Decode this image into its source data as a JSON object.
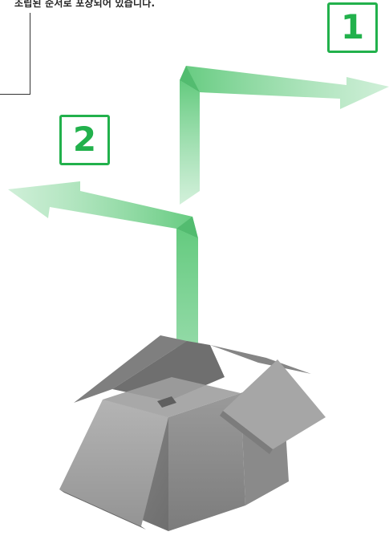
{
  "caption": "조립된 순서로 포장되어 있습니다.",
  "steps": [
    {
      "label": "1"
    },
    {
      "label": "2"
    }
  ],
  "colors": {
    "accent": "#22b14c",
    "arrow": "#5cc878",
    "box": "#8a8a8a"
  },
  "icons": {
    "box": "open-cardboard-box-icon",
    "arrow": "bent-arrow-icon"
  }
}
